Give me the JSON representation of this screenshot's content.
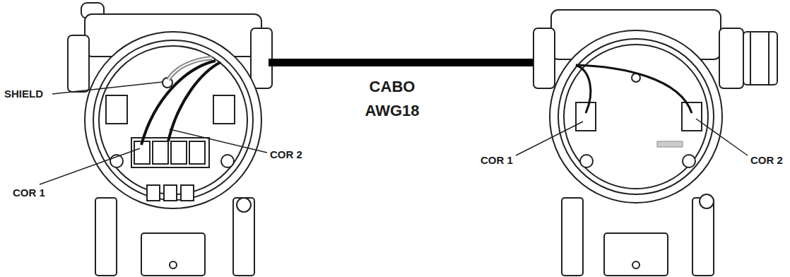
{
  "diagram": {
    "labels": [
      "SHIELD",
      "COR 2",
      "COR 1",
      "CABO AWG18",
      "COR 1",
      "COR 2"
    ]
  }
}
